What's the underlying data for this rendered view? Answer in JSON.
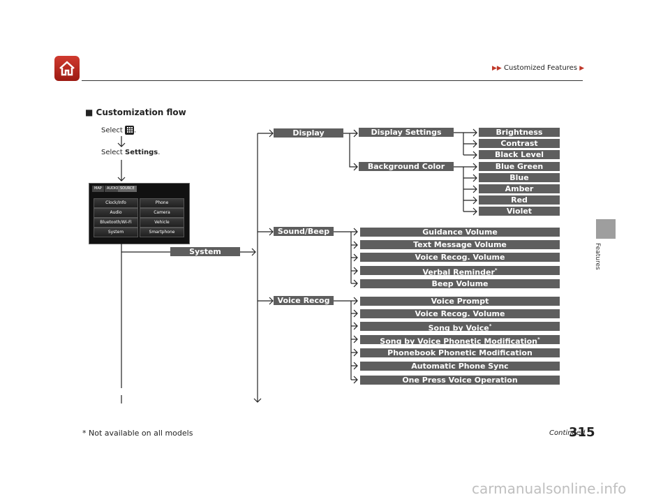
{
  "header": {
    "breadcrumb": "Customized Features",
    "section_tab_label": "Features"
  },
  "section": {
    "marker": "■",
    "title": "Customization flow"
  },
  "steps": {
    "select_prefix": "Select",
    "select_suffix": ".",
    "settings_prefix": "Select",
    "settings_bold": "Settings",
    "settings_suffix": "."
  },
  "screen": {
    "tabs": [
      "MAP",
      "AUDIO",
      "SOURCE"
    ],
    "buttons": [
      "Clock/Info",
      "Phone",
      "Audio",
      "Camera",
      "Bluetooth/Wi-Fi",
      "Vehicle",
      "System",
      "Smartphone"
    ]
  },
  "tree": {
    "system": "System",
    "display": "Display",
    "display_settings": "Display Settings",
    "display_settings_items": [
      "Brightness",
      "Contrast",
      "Black Level"
    ],
    "background_color": "Background Color",
    "background_color_items": [
      "Blue Green",
      "Blue",
      "Amber",
      "Red",
      "Violet"
    ],
    "sound_beep": "Sound/Beep",
    "sound_items": [
      "Guidance Volume",
      "Text Message Volume",
      "Voice Recog. Volume",
      "Verbal Reminder",
      "Beep Volume"
    ],
    "voice_recog": "Voice Recog",
    "voice_items": [
      "Voice Prompt",
      "Voice Recog. Volume",
      "Song by Voice",
      "Song by Voice Phonetic Modification",
      "Phonebook Phonetic Modification",
      "Automatic Phone Sync",
      "One Press Voice Operation"
    ],
    "asterisk": "*"
  },
  "footer": {
    "footnote": "* Not available on all models",
    "continued": "Continued",
    "page_number": "315",
    "watermark": "carmanualsonline.info"
  },
  "colors": {
    "box": "#5e5e5e",
    "home_button": "#c0392b",
    "side_tab": "#9e9e9e"
  }
}
